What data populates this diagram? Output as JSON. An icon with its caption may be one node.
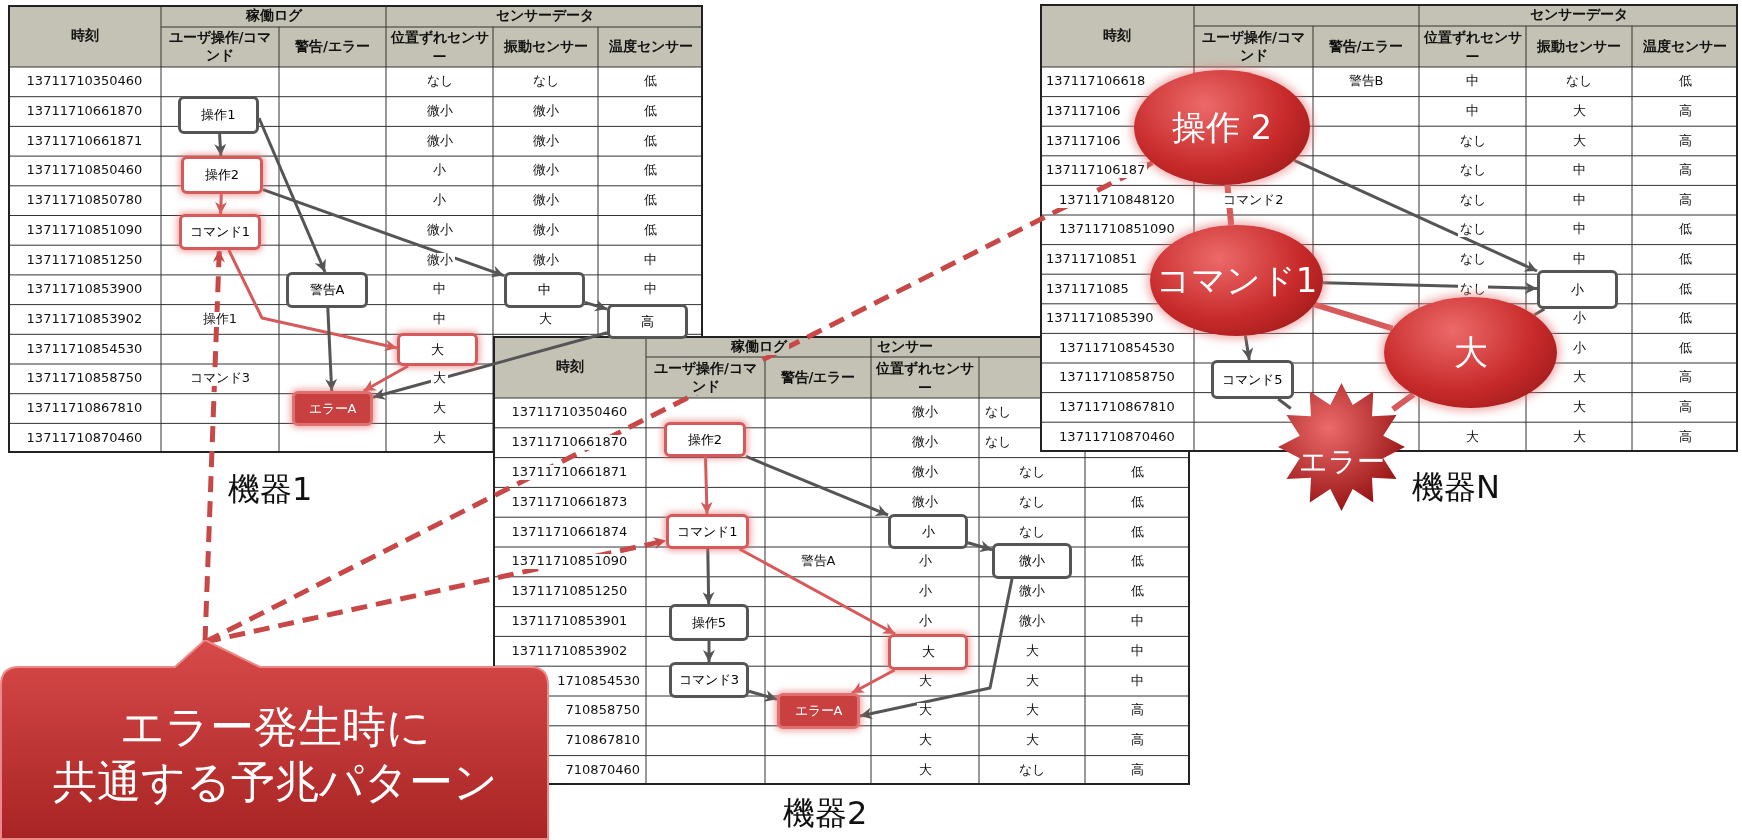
{
  "diagram": {
    "nodes": [
      {
        "text": [
          "操作1"
        ]
      },
      {
        "text": [
          "操作2"
        ]
      },
      {
        "text": [
          "コマンド1"
        ]
      },
      {
        "text": [
          "警告A"
        ]
      },
      {
        "text": [
          "中"
        ]
      },
      {
        "text": [
          "高"
        ]
      },
      {
        "text": [
          "大"
        ]
      },
      {
        "text": [
          "エラーA"
        ]
      },
      {
        "text": [
          "操作2"
        ]
      },
      {
        "text": [
          "コマンド1"
        ]
      },
      {
        "text": [
          "小"
        ]
      },
      {
        "text": [
          "微小"
        ]
      },
      {
        "text": [
          "操作5"
        ]
      },
      {
        "text": [
          "大"
        ]
      },
      {
        "text": [
          "コマンド3"
        ]
      },
      {
        "text": [
          "エラーA"
        ]
      },
      {
        "text": [
          "操作 2"
        ]
      },
      {
        "text": [
          "コマンド1"
        ]
      },
      {
        "text": [
          "小"
        ]
      },
      {
        "text": [
          "コマンド5"
        ]
      },
      {
        "text": [
          "大"
        ]
      },
      {
        "text": [
          "エラー"
        ]
      },
      {
        "text": [
          "エラー発生時に",
          "共通する予兆パターン"
        ]
      }
    ],
    "edges": [
      {
        "from": 0,
        "to": 1,
        "arrow": "to"
      },
      {
        "from": 0,
        "to": 3,
        "arrow": "to"
      },
      {
        "from": 1,
        "to": 2,
        "arrow": "to",
        "color": "#d65a5a"
      },
      {
        "from": 1,
        "to": 4,
        "arrow": "to"
      },
      {
        "from": 2,
        "to": 6,
        "arrow": "to",
        "color": "#d65a5a"
      },
      {
        "from": 3,
        "to": 7,
        "arrow": "to"
      },
      {
        "from": 4,
        "to": 5,
        "arrow": "to"
      },
      {
        "from": 5,
        "to": 7,
        "arrow": "to"
      },
      {
        "from": 6,
        "to": 7,
        "arrow": "to",
        "color": "#d65a5a"
      },
      {
        "from": 8,
        "to": 9,
        "arrow": "to",
        "color": "#d65a5a"
      },
      {
        "from": 8,
        "to": 10,
        "arrow": "to"
      },
      {
        "from": 10,
        "to": 11,
        "arrow": "to"
      },
      {
        "from": 9,
        "to": 12,
        "arrow": "to"
      },
      {
        "from": 9,
        "to": 13,
        "arrow": "to",
        "color": "#d65a5a"
      },
      {
        "from": 12,
        "to": 14,
        "arrow": "to"
      },
      {
        "from": 14,
        "to": 15,
        "arrow": "to"
      },
      {
        "from": 11,
        "to": 15,
        "arrow": "to"
      },
      {
        "from": 13,
        "to": 15,
        "arrow": "to",
        "color": "#d65a5a"
      },
      {
        "from": 16,
        "to": 17,
        "arrow": "none",
        "style": "thick",
        "color": "#d65a5a"
      },
      {
        "from": 16,
        "to": 18,
        "arrow": "to"
      },
      {
        "from": 17,
        "to": 18,
        "arrow": "to"
      },
      {
        "from": 17,
        "to": 19,
        "arrow": "to"
      },
      {
        "from": 17,
        "to": 20,
        "arrow": "none",
        "style": "thick",
        "color": "#d65a5a"
      },
      {
        "from": 20,
        "to": 18,
        "arrow": "none"
      },
      {
        "from": 19,
        "to": 21,
        "arrow": "none"
      },
      {
        "from": 20,
        "to": 21,
        "arrow": "none",
        "style": "thick",
        "color": "#d65a5a"
      },
      {
        "from": 22,
        "to": 2,
        "arrow": "to",
        "style": "dashed",
        "color": "#c84848"
      },
      {
        "from": 22,
        "to": 9,
        "arrow": "to",
        "style": "dashed",
        "color": "#c84848"
      },
      {
        "from": 22,
        "to": 16,
        "arrow": "to",
        "style": "dashed",
        "color": "#c84848"
      }
    ],
    "labels": [
      "時刻",
      "稼働ログ",
      "センサーデータ",
      "ユーザ操作/コマンド",
      "警告/エラー",
      "位置ずれセンサ—",
      "振動センサー",
      "温度センサー",
      "13711710350460",
      "なし",
      "なし",
      "低",
      "13711710661870",
      "微小",
      "微小",
      "低",
      "13711710661871",
      "微小",
      "微小",
      "低",
      "13711710850460",
      "小",
      "微小",
      "低",
      "13711710850780",
      "小",
      "微小",
      "低",
      "13711710851090",
      "微小",
      "微小",
      "低",
      "13711710851250",
      "微小",
      "微小",
      "中",
      "13711710853900",
      "中",
      "中",
      "13711710853902",
      "操作1",
      "中",
      "大",
      "13711710854530",
      "13711710858750",
      "コマンド3",
      "大",
      "13711710867810",
      "大",
      "13711710870460",
      "大",
      "機器1",
      "時刻",
      "稼働ログ",
      "センサー",
      "ユーザ操作/コマンド",
      "警告/エラー",
      "位置ずれセンサ—",
      "13711710350460",
      "微小",
      "なし",
      "13711710661870",
      "微小",
      "なし",
      "13711710661871",
      "微小",
      "なし",
      "低",
      "13711710661873",
      "微小",
      "なし",
      "低",
      "13711710661874",
      "なし",
      "低",
      "13711710851090",
      "警告A",
      "小",
      "低",
      "13711710851250",
      "小",
      "微小",
      "低",
      "13711710853901",
      "小",
      "微小",
      "中",
      "13711710853902",
      "大",
      "中",
      "1710854530",
      "大",
      "大",
      "中",
      "710858750",
      "大",
      "大",
      "高",
      "710867810",
      "大",
      "大",
      "高",
      "710870460",
      "大",
      "なし",
      "高",
      "機器2",
      "時刻",
      "センサーデータ",
      "ユーザ操作/コマンド",
      "警告/エラー",
      "位置ずれセンサ—",
      "振動センサー",
      "温度センサー",
      "137117106618",
      "警告B",
      "中",
      "なし",
      "低",
      "137117106",
      "中",
      "大",
      "高",
      "137117106",
      "なし",
      "大",
      "高",
      "137117106187",
      "なし",
      "中",
      "高",
      "13711710848120",
      "コマンド2",
      "なし",
      "中",
      "高",
      "13711710851090",
      "なし",
      "中",
      "低",
      "13711710851",
      "なし",
      "中",
      "低",
      "1371171085",
      "なし",
      "低",
      "1371171085390",
      "小",
      "低",
      "13711710854530",
      "小",
      "低",
      "13711710858750",
      "大",
      "高",
      "13711710867810",
      "大",
      "高",
      "13711710870460",
      "大",
      "大",
      "高",
      "機器N"
    ]
  }
}
